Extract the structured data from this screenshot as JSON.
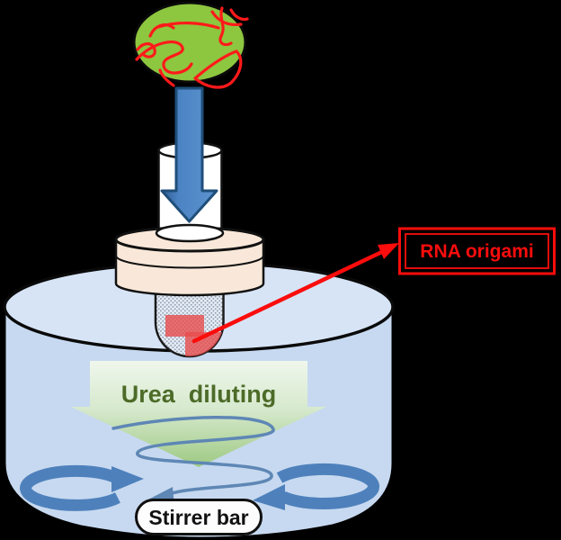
{
  "diagram": {
    "background_color": "#000000",
    "denatured_blob": {
      "fill": "#8DC63F",
      "strand_color": "#FF1A1A"
    },
    "insert_arrow": {
      "fill": "#4E86C6",
      "outline": "#1F4E79"
    },
    "sample_tube": {
      "fill": "#FFFFFF"
    },
    "dialysis_cap": {
      "fill": "#F9E8D9"
    },
    "membrane": {
      "mesh_color": "#93A2B8",
      "sample_color": "#E84C4C"
    },
    "callout": {
      "label": "RNA origami",
      "color": "#FA0D0C"
    },
    "beaker": {
      "liquid_color": "#C7D9F0",
      "surface_color": "#D7E4F6"
    },
    "urea_arrow": {
      "label": "Urea  diluting",
      "fill": "#9CC87E",
      "text_color": "#4D6B28"
    },
    "vortex": {
      "color": "#5E87B5"
    },
    "rotation_arrows": {
      "color": "#4E81BC"
    },
    "stirrer": {
      "label": "Stirrer bar"
    }
  }
}
